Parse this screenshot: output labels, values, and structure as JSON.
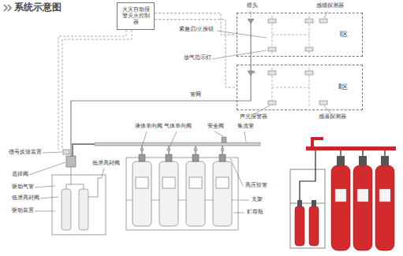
{
  "diagram": {
    "title": "系统示意图",
    "nodes": [
      {
        "text": [
          "火灾自动报警灭火控制器"
        ]
      },
      {
        "text": [
          "Ⅰ区"
        ]
      },
      {
        "text": [
          "Ⅱ区"
        ]
      }
    ],
    "edges": [
      {
        "from": 0,
        "to": 1,
        "arrow": "none"
      },
      {
        "from": 0,
        "to": 2,
        "arrow": "none"
      }
    ],
    "labels": [
      "喷头",
      "感烟探测器",
      "紧急启/止按钮",
      "放气指示灯",
      "管网",
      "声光报警器",
      "感温探测器",
      "液体单向阀",
      "气体单向阀",
      "安全阀",
      "集流管",
      "信号反馈装置",
      "选择阀",
      "低泄高封阀",
      "驱动气管",
      "低泄高封阀",
      "驱动装置",
      "高压软管",
      "支架",
      "贮存瓶"
    ]
  }
}
